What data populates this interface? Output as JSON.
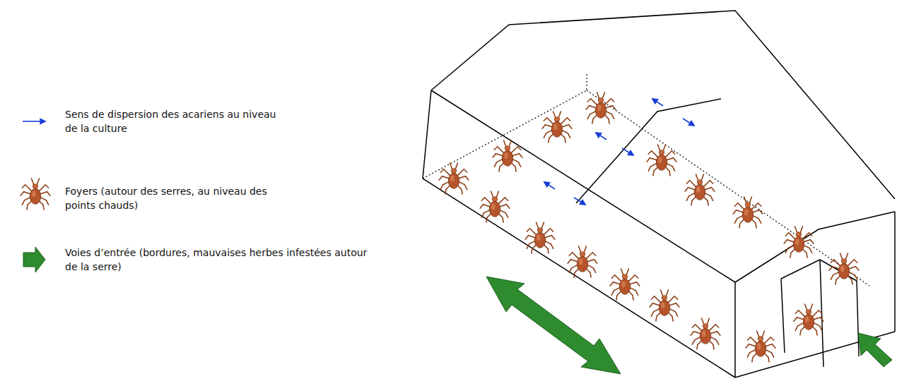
{
  "diagram": {
    "legend": [
      {
        "text": "Sens de dispersion des acariens au niveau de la culture"
      },
      {
        "text": "Foyers (autour des serres, au niveau des points chauds)"
      },
      {
        "text": "Voies d’entrée (bordures, mauvaises herbes infestées autour de la serre)"
      }
    ]
  }
}
